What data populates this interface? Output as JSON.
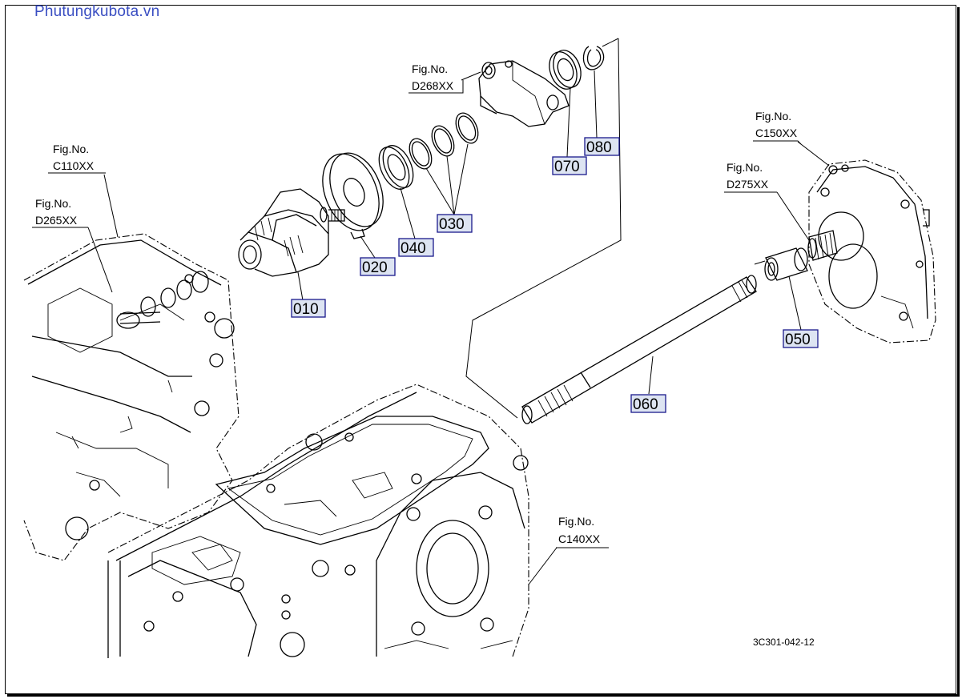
{
  "watermark": "Phutungkubota.vn",
  "fig_refs": [
    {
      "id": "c110",
      "line1": "Fig.No.",
      "line2": "C110XX"
    },
    {
      "id": "d265",
      "line1": "Fig.No.",
      "line2": "D265XX"
    },
    {
      "id": "d268",
      "line1": "Fig.No.",
      "line2": "D268XX"
    },
    {
      "id": "c150",
      "line1": "Fig.No.",
      "line2": "C150XX"
    },
    {
      "id": "d275",
      "line1": "Fig.No.",
      "line2": "D275XX"
    },
    {
      "id": "c140",
      "line1": "Fig.No.",
      "line2": "C140XX"
    }
  ],
  "parts": [
    "010",
    "020",
    "030",
    "040",
    "050",
    "060",
    "070",
    "080"
  ],
  "drawing_code": "3C301-042-12"
}
